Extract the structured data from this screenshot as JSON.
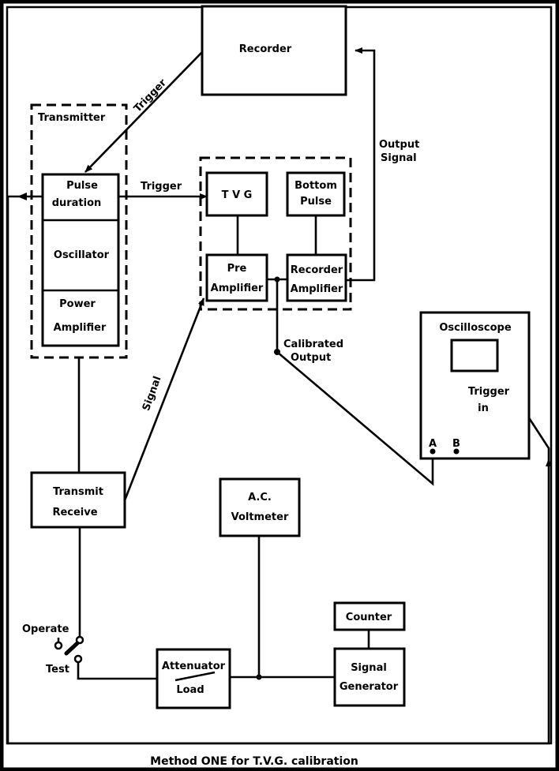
{
  "title": "Method ONE for T.V.G. calibration",
  "colors": {
    "ink": "#000000",
    "paper": "#ffffff"
  },
  "groups": {
    "transmitter": "Transmitter"
  },
  "blocks": {
    "recorder": "Recorder",
    "pulse_duration": [
      "Pulse",
      "duration"
    ],
    "oscillator": "Oscillator",
    "power_amplifier": [
      "Power",
      "Amplifier"
    ],
    "tvg": "T V G",
    "bottom_pulse": [
      "Bottom",
      "Pulse"
    ],
    "pre_amplifier": [
      "Pre",
      "Amplifier"
    ],
    "recorder_amplifier": [
      "Recorder",
      "Amplifier"
    ],
    "oscilloscope": "Oscilloscope",
    "transmit_receive": [
      "Transmit",
      "Receive"
    ],
    "ac_voltmeter": [
      "A.C.",
      "Voltmeter"
    ],
    "counter": "Counter",
    "attenuator_load": [
      "Attenuator",
      "Load"
    ],
    "signal_generator": [
      "Signal",
      "Generator"
    ]
  },
  "labels": {
    "trigger_recorder": "Trigger",
    "trigger_tvg": "Trigger",
    "output_signal": [
      "Output",
      "Signal"
    ],
    "signal": "Signal",
    "calibrated_output": [
      "Calibrated",
      "Output"
    ],
    "trigger_in": [
      "Trigger",
      "in"
    ],
    "channel_a": "A",
    "channel_b": "B",
    "operate": "Operate",
    "test": "Test"
  }
}
